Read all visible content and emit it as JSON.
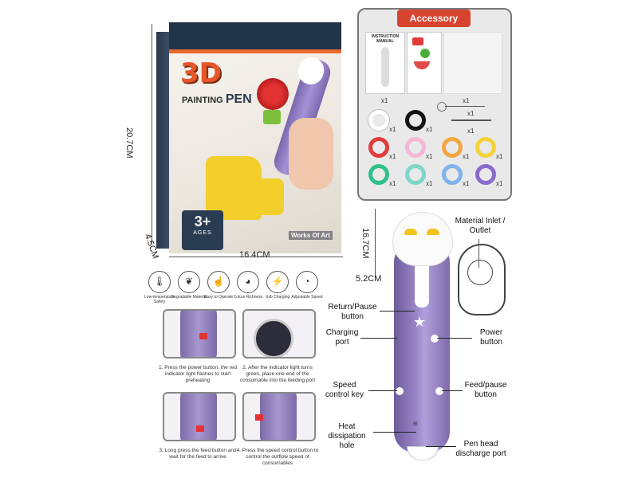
{
  "box": {
    "logo_3d": "3D",
    "logo_painting": "PAINTING",
    "logo_pen": "PEN",
    "age": "3+",
    "age_label": "AGES",
    "works": "Works Of Art"
  },
  "dimensions": {
    "height": "20.7CM",
    "width": "16.4CM",
    "depth": "4.5CM",
    "pen_length": "16.7CM",
    "pen_width": "5.2CM"
  },
  "accessory": {
    "title": "Accessory",
    "manual_title": "INSTRUCTION MANUAL",
    "count": "x1",
    "ring_colors": [
      "#ffffff",
      "#111111",
      "#e23b3b",
      "#f2b8d6",
      "#f3a640",
      "#f4d23a",
      "#2fc08a",
      "#7fd6c8",
      "#7fb3ea",
      "#8b6ccc"
    ]
  },
  "features": [
    {
      "icon": "thermometer-icon",
      "glyph": "🌡",
      "label": "Low-temperature Safety"
    },
    {
      "icon": "leaf-icon",
      "glyph": "❦",
      "label": "Degradable Material"
    },
    {
      "icon": "hand-icon",
      "glyph": "☝",
      "label": "Easy to Operate"
    },
    {
      "icon": "palette-icon",
      "glyph": "◕",
      "label": "Colour Richness"
    },
    {
      "icon": "usb-icon",
      "glyph": "⚡",
      "label": "Usb Charging"
    },
    {
      "icon": "speed-icon",
      "glyph": "◔",
      "label": "Adjustable Speed"
    }
  ],
  "steps": [
    "1. Press the power button, the red indicator light flashes to start preheating",
    "2. After the indicator light turns green, place one end of the consumable into the feeding port",
    "3. Long press the feed button and wait for the feed to arrive",
    "4. Press the speed control button to control the outflow speed of consumables"
  ],
  "pen_labels": {
    "material": "Material Inlet / Outlet",
    "return_pause": "Return/Pause button",
    "charging": "Charging port",
    "power": "Power button",
    "speed": "Speed control key",
    "feed_pause": "Feed/pause button",
    "heat": "Heat dissipation hole",
    "pen_head": "Pen head discharge port"
  },
  "colors": {
    "pen_purple": "#9a86c8",
    "accent_red": "#d8432f",
    "box_navy": "#22344a"
  }
}
